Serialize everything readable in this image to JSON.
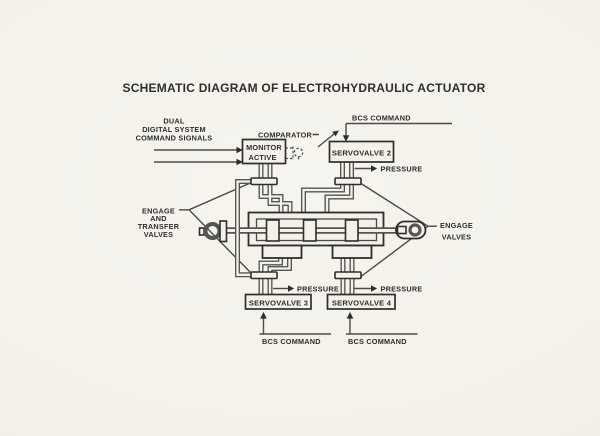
{
  "title": "SCHEMATIC DIAGRAM OF ELECTROHYDRAULIC ACTUATOR",
  "labels": {
    "input": [
      "DUAL",
      "DIGITAL SYSTEM",
      "COMMAND SIGNALS"
    ],
    "comparator": "COMPARATOR",
    "monitor": [
      "MONITOR",
      "ACTIVE"
    ],
    "bcs_top": "BCS COMMAND",
    "servovalve2": "SERVOVALVE 2",
    "pressure_top": "PRESSURE",
    "engage_transfer": [
      "ENGAGE",
      "AND",
      "TRANSFER",
      "VALVES"
    ],
    "engage_valves": [
      "ENGAGE",
      "VALVES"
    ],
    "pressure_left": "PRESSURE",
    "pressure_right": "PRESSURE",
    "servovalve3": "SERVOVALVE 3",
    "servovalve4": "SERVOVALVE 4",
    "bcs_left": "BCS COMMAND",
    "bcs_right": "BCS COMMAND"
  },
  "colors": {
    "paper": "#f3f1e9",
    "ink": "#2f2e2c",
    "line": "#4a4a47",
    "pipe": "#56554f"
  }
}
